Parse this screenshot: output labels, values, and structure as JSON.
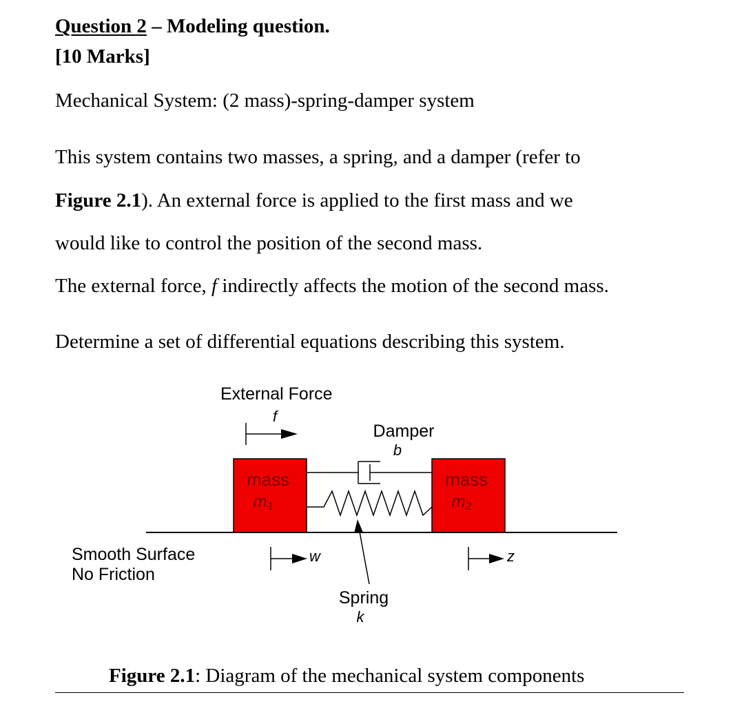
{
  "heading": {
    "question_label": "Question 2",
    "question_suffix": " – Modeling question.",
    "marks": "[10 Marks]"
  },
  "subtitle": "Mechanical System: (2 mass)-spring-damper system",
  "paragraph1": {
    "line1": "This system contains two masses, a spring, and a damper (refer to",
    "figure_ref": "Figure 2.1",
    "line2_rest": "). An external force is applied to the first mass and we",
    "line3": "would like to control the position of the second mass."
  },
  "paragraph2": {
    "prefix": "The external force, ",
    "symbol": "f",
    "suffix": " indirectly affects the motion of the second mass."
  },
  "task": "Determine a set of differential equations describing this system.",
  "diagram": {
    "external_force_label": "External Force",
    "force_symbol": "f",
    "damper_label": "Damper",
    "damper_symbol": "b",
    "mass1_label": "mass",
    "mass1_symbol": "m",
    "mass1_subscript": "1",
    "mass2_label": "mass",
    "mass2_symbol": "m",
    "mass2_subscript": "2",
    "surface_line1": "Smooth Surface",
    "surface_line2": "No Friction",
    "w_symbol": "w",
    "z_symbol": "z",
    "spring_label": "Spring",
    "spring_symbol": "k",
    "mass_color": "#ee0000",
    "mass_text_color": "#7a0000"
  },
  "caption": {
    "figure_ref": "Figure 2.1",
    "text": ": Diagram of the mechanical system components"
  }
}
